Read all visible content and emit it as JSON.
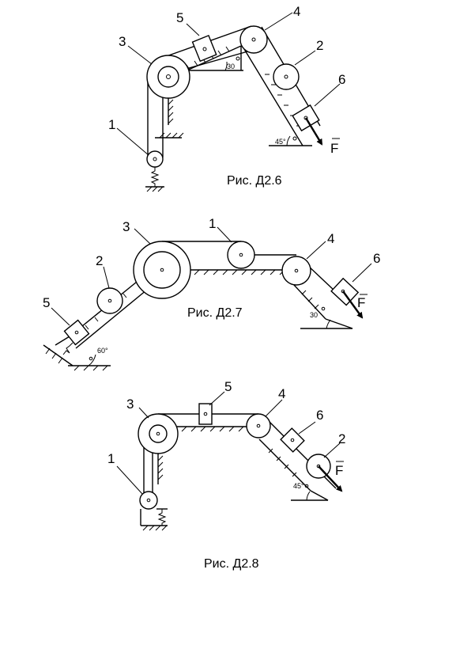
{
  "figures": [
    {
      "caption": "Рис. Д2.6",
      "labels": [
        "1",
        "2",
        "3",
        "4",
        "5",
        "6"
      ],
      "angles": [
        "30",
        "45°"
      ],
      "force": "F"
    },
    {
      "caption": "Рис. Д2.7",
      "labels": [
        "1",
        "2",
        "3",
        "4",
        "5",
        "6"
      ],
      "angles": [
        "30",
        "60°"
      ],
      "force": "F"
    },
    {
      "caption": "Рис. Д2.8",
      "labels": [
        "1",
        "2",
        "3",
        "4",
        "5",
        "6"
      ],
      "angles": [
        "45°"
      ],
      "force": "F"
    }
  ]
}
